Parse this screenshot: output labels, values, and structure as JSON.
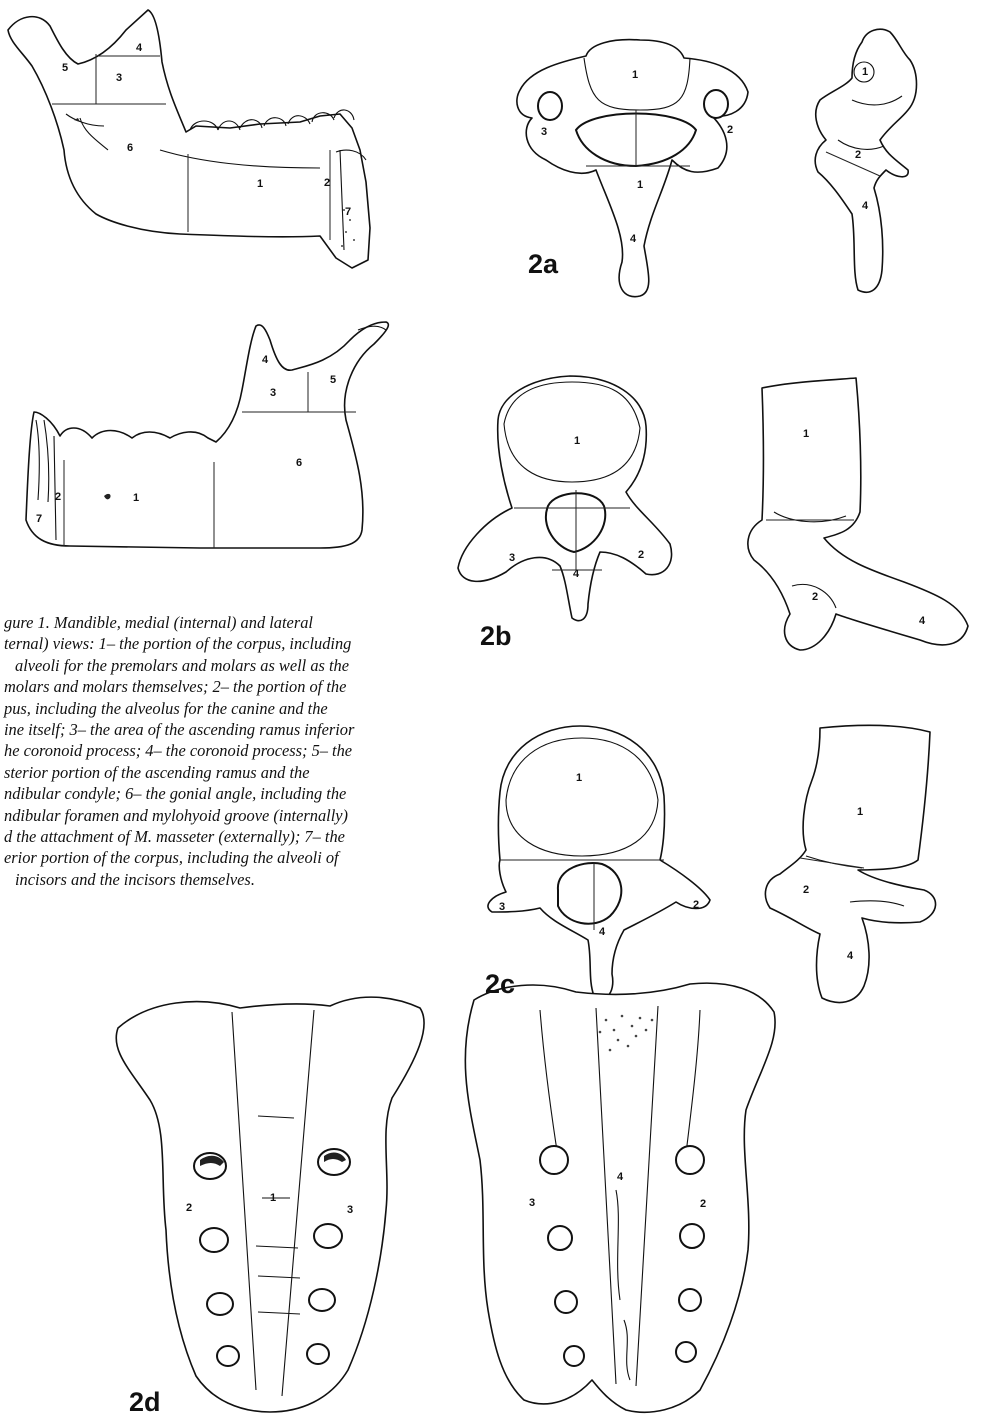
{
  "figure1": {
    "labels_medial": [
      "1",
      "2",
      "3",
      "4",
      "5",
      "6",
      "7"
    ],
    "labels_lateral": [
      "1",
      "2",
      "3",
      "4",
      "5",
      "6",
      "7"
    ],
    "caption_lines": [
      "gure 1. Mandible, medial (internal) and lateral",
      "ternal) views: 1– the portion of the corpus, including",
      "alveoli for the premolars and molars as well as the",
      "molars and molars themselves; 2– the portion of the",
      "pus, including the alveolus for the canine and the",
      "ine itself; 3– the area of the ascending ramus inferior",
      "he coronoid process; 4– the coronoid process; 5– the",
      "sterior portion of the ascending ramus and the",
      "ndibular condyle; 6– the gonial angle, including the",
      "ndibular foramen and mylohyoid groove (internally)",
      "d the attachment of M. masseter (externally); 7– the",
      "erior portion of the corpus, including the alveoli of",
      "incisors and the incisors themselves."
    ]
  },
  "figure2": {
    "a": {
      "title": "2a",
      "superior_labels": [
        "1",
        "2",
        "3",
        "4",
        "1"
      ],
      "lateral_labels": [
        "1",
        "2",
        "4"
      ]
    },
    "b": {
      "title": "2b",
      "superior_labels": [
        "1",
        "2",
        "3",
        "4"
      ],
      "lateral_labels": [
        "1",
        "2",
        "4"
      ]
    },
    "c": {
      "title": "2c",
      "superior_labels": [
        "1",
        "2",
        "3",
        "4"
      ],
      "lateral_labels": [
        "1",
        "2",
        "4"
      ]
    },
    "d": {
      "title": "2d",
      "anterior_labels": [
        "1",
        "2",
        "3"
      ],
      "posterior_labels": [
        "2",
        "3",
        "4"
      ]
    }
  }
}
